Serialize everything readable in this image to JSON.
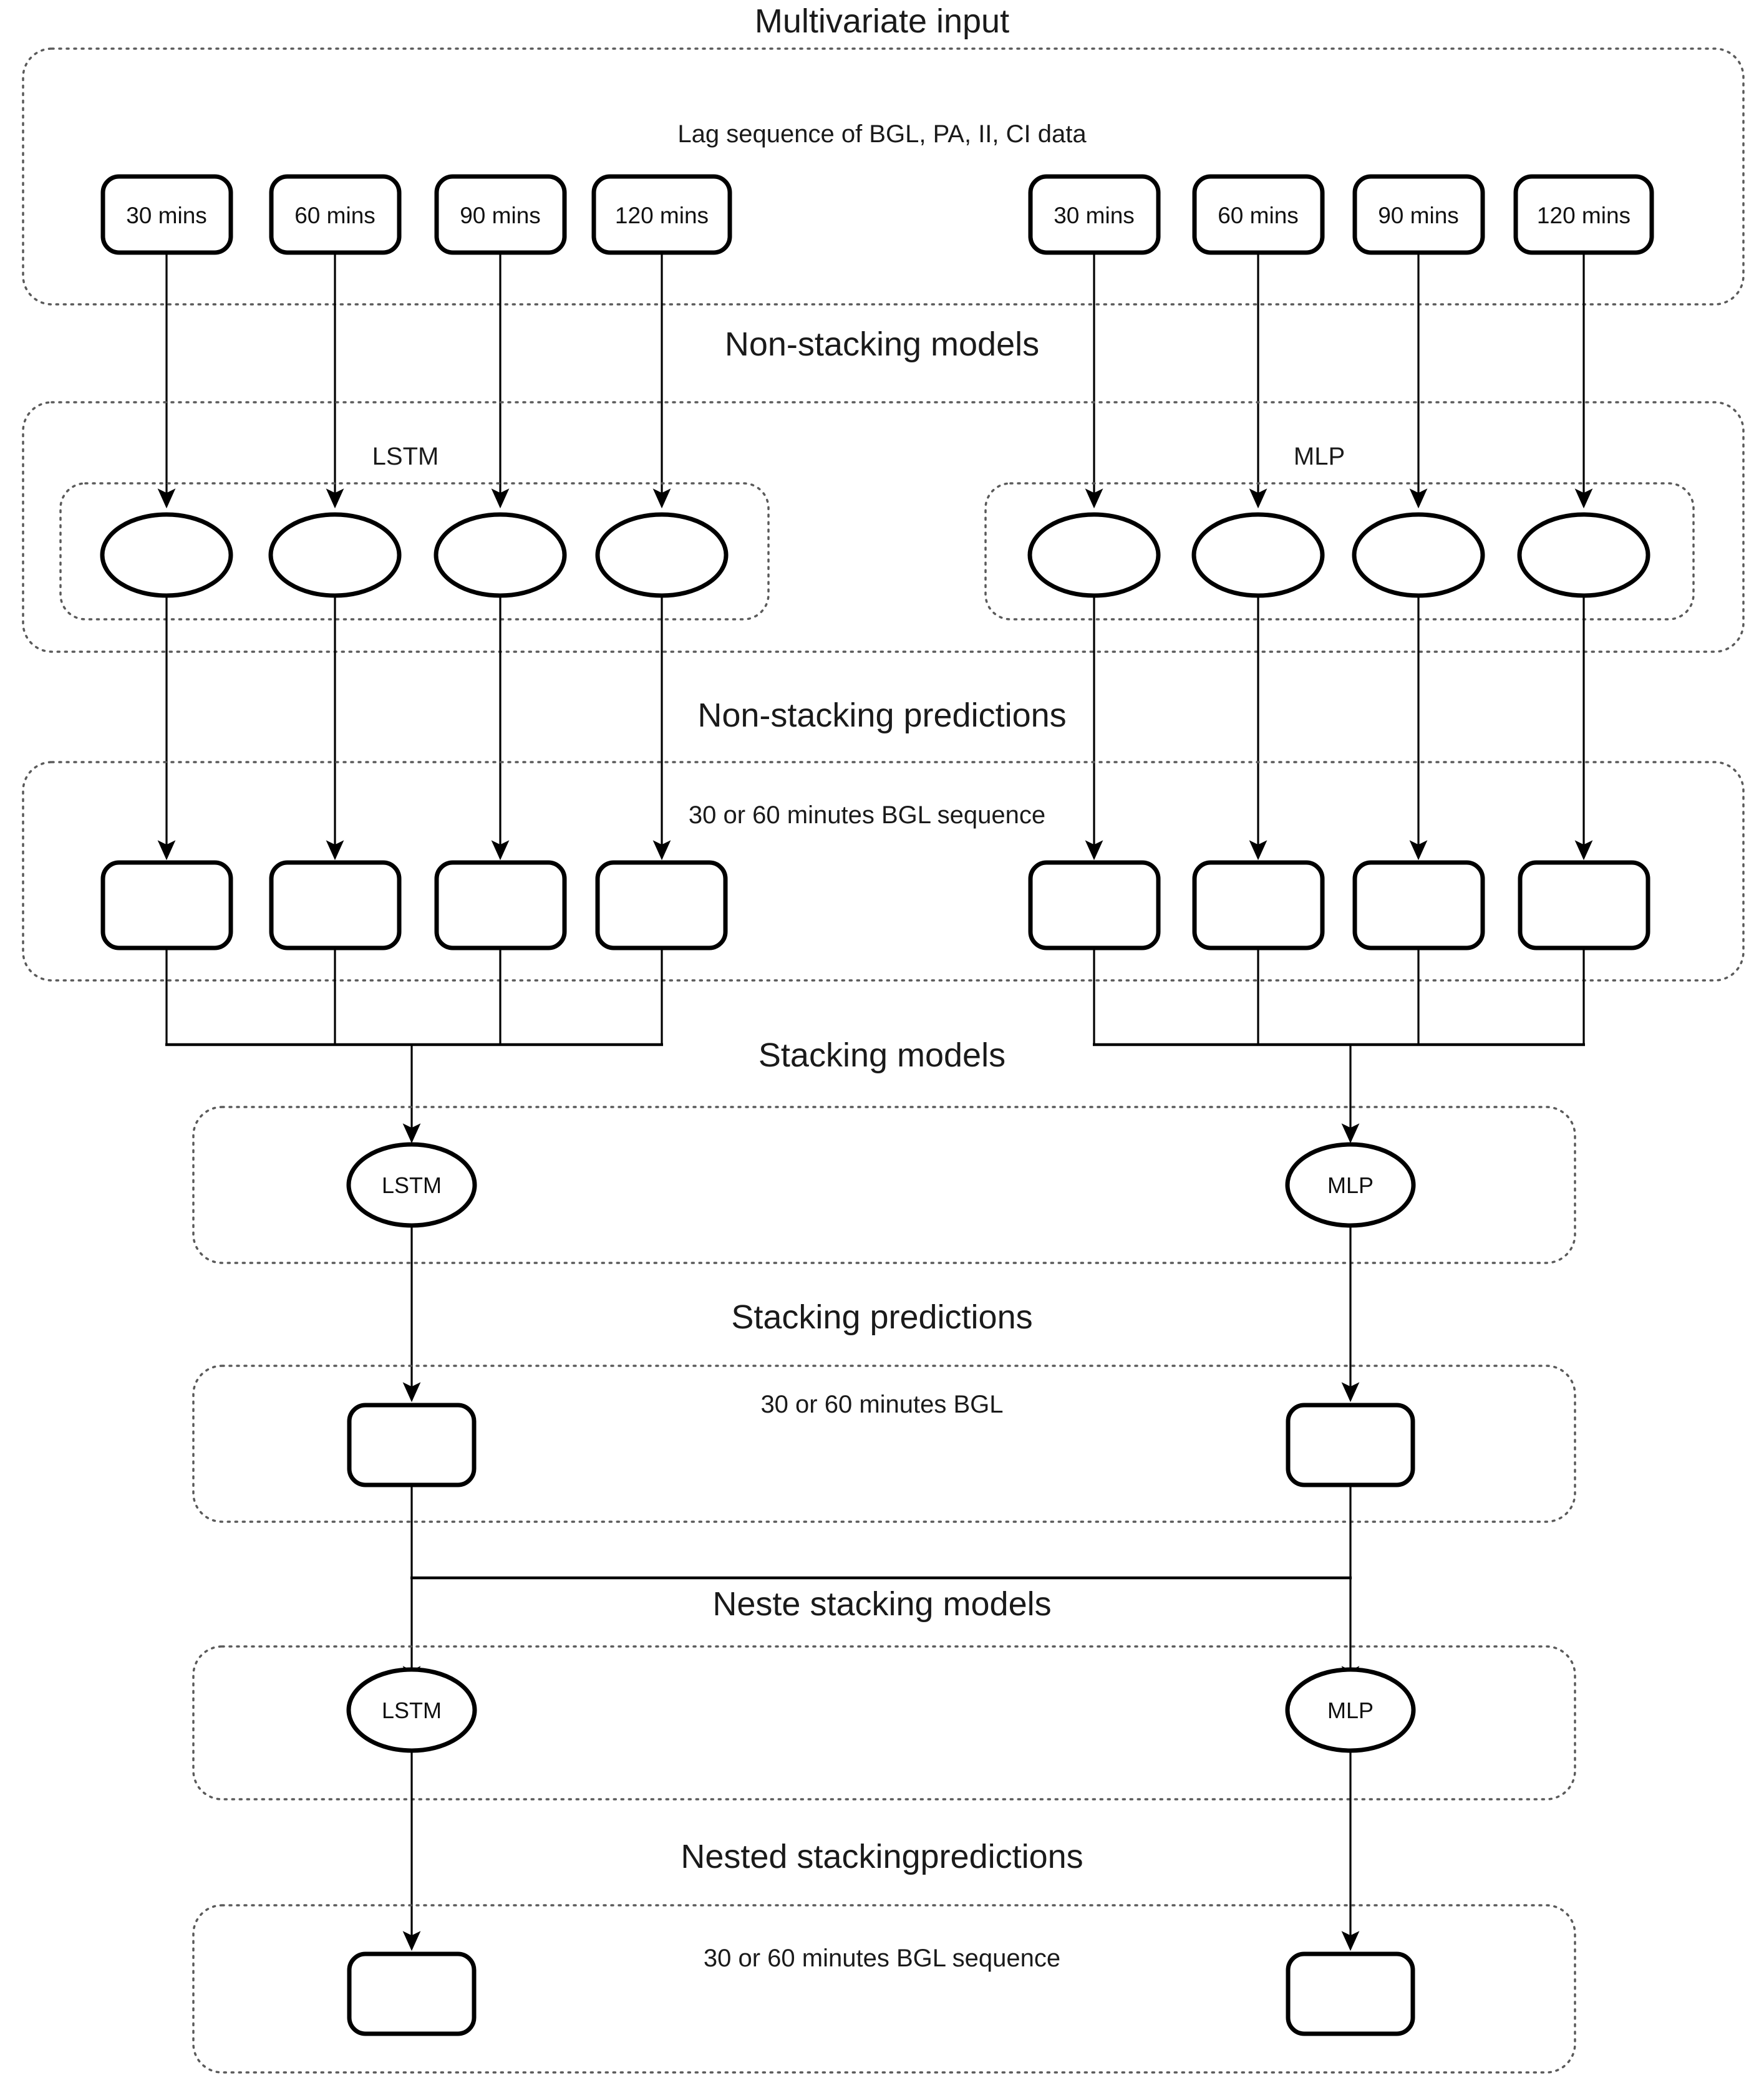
{
  "diagram": {
    "title": "Multivariate input",
    "sections": [
      {
        "id": "multivariate-input",
        "title": "Multivariate input",
        "caption": "Lag sequence of BGL, PA, II, CI data",
        "left_boxes": [
          "30 mins",
          "60 mins",
          "90 mins",
          "120 mins"
        ],
        "right_boxes": [
          "30 mins",
          "60 mins",
          "90 mins",
          "120 mins"
        ]
      },
      {
        "id": "non-stacking-models",
        "title": "Non-stacking models",
        "left_model": "LSTM",
        "right_model": "MLP",
        "left_nodes": [
          "",
          "",
          "",
          ""
        ],
        "right_nodes": [
          "",
          "",
          "",
          ""
        ]
      },
      {
        "id": "non-stacking-predictions",
        "title": "Non-stacking predictions",
        "caption": "30 or 60 minutes BGL sequence",
        "left_boxes": [
          "",
          "",
          "",
          ""
        ],
        "right_boxes": [
          "",
          "",
          "",
          ""
        ]
      },
      {
        "id": "stacking-models",
        "title": "Stacking models",
        "left_model": "LSTM",
        "right_model": "MLP"
      },
      {
        "id": "stacking-predictions",
        "title": "Stacking predictions",
        "caption": "30 or 60 minutes BGL",
        "left_box": "",
        "right_box": ""
      },
      {
        "id": "nested-stacking-models",
        "title": "Neste stacking models",
        "left_model": "LSTM",
        "right_model": "MLP"
      },
      {
        "id": "nested-stacking-predictions",
        "title": "Nested stackingpredictions",
        "caption": "30 or 60 minutes BGL sequence",
        "left_box": "",
        "right_box": ""
      }
    ],
    "colors": {
      "stroke": "#000000",
      "group_border": "#5a5a5a",
      "background": "#ffffff",
      "text": "#1a1a1a"
    }
  }
}
